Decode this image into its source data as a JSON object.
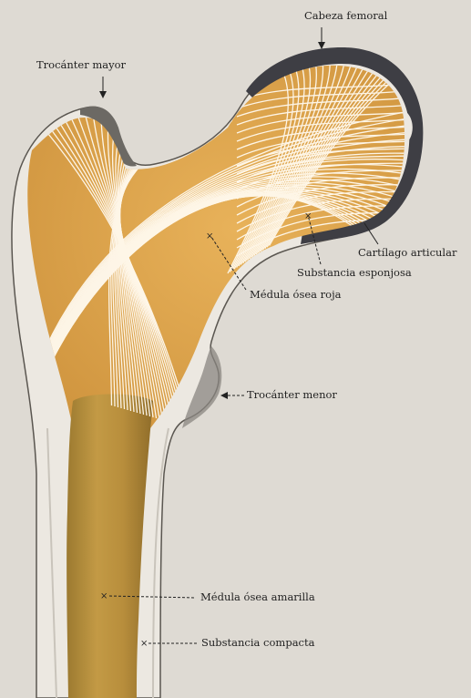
{
  "labels": {
    "cabeza_femoral": "Cabeza femoral",
    "trocanter_mayor": "Trocánter mayor",
    "cartilago_articular": "Cartílago articular",
    "substancia_esponjosa": "Substancia esponjosa",
    "medula_osea_roja": "Médula ósea roja",
    "trocanter_menor": "Trocánter menor",
    "medula_osea_amarilla": "Médula ósea amarilla",
    "substancia_compacta": "Substancia compacta"
  },
  "colors": {
    "paper": "#dedad3",
    "cortical_bone": "#ede9e2",
    "red_marrow": "#d9a04a",
    "yellow_marrow": "#b9913a",
    "cartilage": "#4a4a4f",
    "trabeculae": "#fffaf0",
    "leader_line": "#222222"
  }
}
